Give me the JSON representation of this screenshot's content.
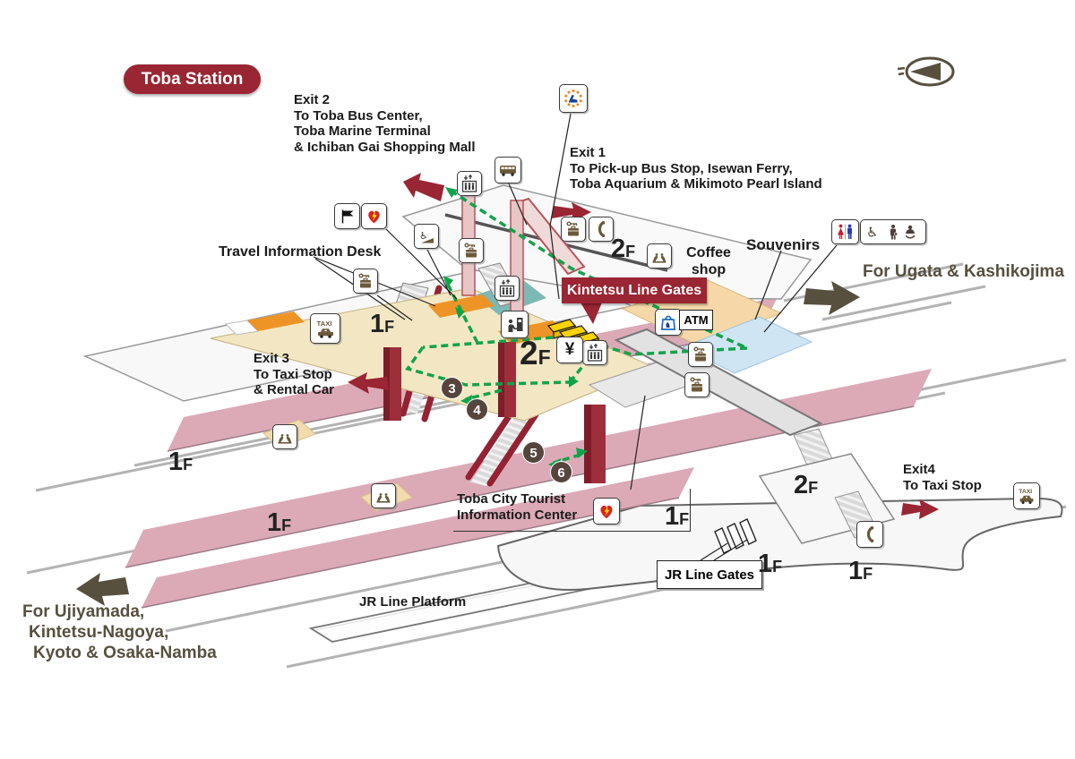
{
  "station": {
    "name": "Toba Station"
  },
  "exits": {
    "exit1": {
      "lines": [
        "Exit 1",
        "To Pick-up Bus Stop, Isewan Ferry,",
        "Toba Aquarium & Mikimoto Pearl Island"
      ]
    },
    "exit2": {
      "lines": [
        "Exit 2",
        "To Toba Bus Center,",
        "Toba Marine Terminal",
        "& Ichiban Gai Shopping Mall"
      ]
    },
    "exit3": {
      "lines": [
        "Exit 3",
        "To Taxi Stop",
        "& Rental Car"
      ]
    },
    "exit4": {
      "lines": [
        "Exit4",
        "To Taxi Stop"
      ]
    }
  },
  "places": {
    "travel_desk": "Travel Information Desk",
    "kintetsu_gates": "Kintetsu Line Gates",
    "jr_gates": "JR Line Gates",
    "jr_platform": "JR Line Platform",
    "tic_lines": [
      "Toba City Tourist",
      "Information Center"
    ],
    "coffee_lines": [
      "Coffee",
      "shop"
    ],
    "souvenirs": "Souvenirs",
    "atm": "ATM",
    "taxi": "TAXI",
    "yen": "¥"
  },
  "directions": {
    "ugata": "For Ugata & Kashikojima",
    "ujiyamada_lines": [
      "For Ujiyamada,",
      "Kintetsu-Nagoya,",
      "Kyoto & Osaka-Namba"
    ]
  },
  "platform_numbers": [
    "3",
    "4",
    "5",
    "6"
  ],
  "floor_suffix": "F",
  "floor_labels": [
    {
      "n": "2"
    },
    {
      "n": "1"
    },
    {
      "n": "2"
    },
    {
      "n": "1"
    },
    {
      "n": "1"
    },
    {
      "n": "2"
    },
    {
      "n": "1"
    },
    {
      "n": "1"
    },
    {
      "n": "1"
    }
  ],
  "icon_legend": {
    "elevator-icon": "up/down arrows over passengers",
    "bus-icon": "bus front",
    "coin-locker-icon": "key over suitcase",
    "phone-icon": "telephone handset",
    "taxi-icon": "TAXI sign with car",
    "drinking-fountain-icon": "two figures at fountain",
    "wheelchair-ramp-icon": "wheelchair on slope",
    "ticket-machine-icon": "person at ticket machine",
    "yen-icon": "yen sign",
    "shop-icon": "blue shopping bag",
    "aed-icon": "heart with lightning bolt",
    "flag-icon": "black flag",
    "premium-seat-icon": "reclining seat in dotted ring",
    "restroom-icon": "man and woman figures",
    "accessible-restroom-icon": "wheelchair, adult with infant, baby care",
    "compass-icon": "ellipse with triangle pointer"
  },
  "colors": {
    "accent_red": "#9a2533",
    "route_green": "#12a34a",
    "platform_pink": "#dcaab6",
    "concourse_beige": "#f3e7c3",
    "counter_orange": "#ee9426",
    "walk_teal": "#7cb9b4",
    "shop_blue": "#cfe5f3",
    "coffee_tan": "#f6d8a8",
    "direction_olive": "#57503e",
    "gate_yellow": "#ffd400"
  }
}
